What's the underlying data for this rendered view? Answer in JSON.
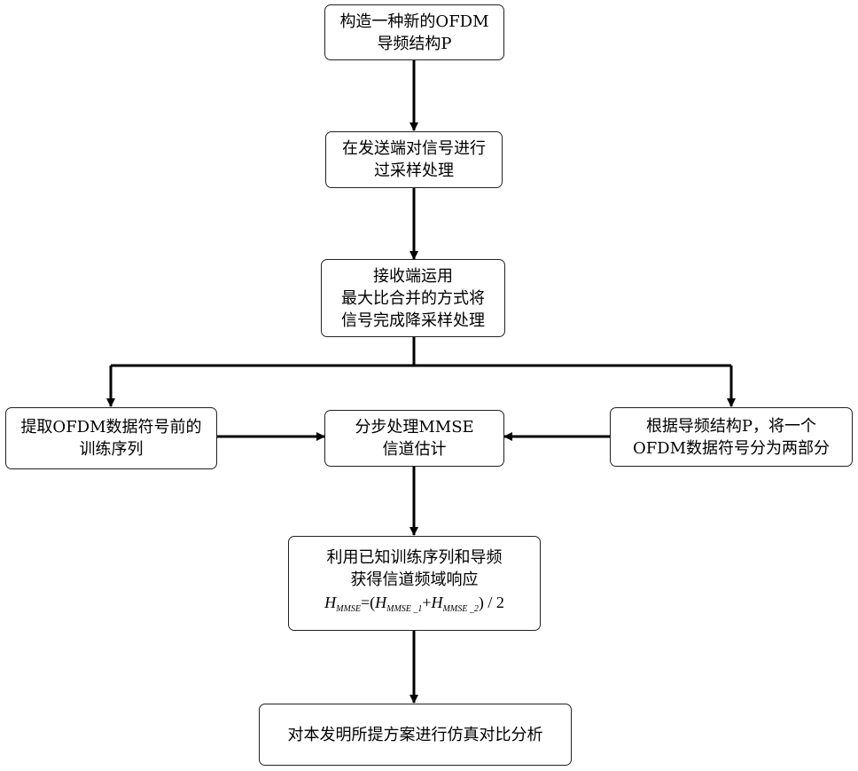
{
  "nodes": {
    "step1": {
      "lines": [
        "构造一种新的OFDM",
        "导频结构P"
      ]
    },
    "step2": {
      "lines": [
        "在发送端对信号进行",
        "过采样处理"
      ]
    },
    "step3": {
      "lines": [
        "接收端运用",
        "最大比合并的方式将",
        "信号完成降采样处理"
      ]
    },
    "left": {
      "lines": [
        "提取OFDM数据符号前的",
        "训练序列"
      ]
    },
    "center": {
      "lines": [
        "分步处理MMSE",
        "信道估计"
      ]
    },
    "right": {
      "lines": [
        "根据导频结构P，将一个",
        "OFDM数据符号分为两部分"
      ]
    },
    "step5": {
      "lines": [
        "利用已知训练序列和导频",
        "获得信道频域响应"
      ],
      "formula": {
        "h": "H",
        "sub_main": "MMSE",
        "eq": "=",
        "lparen": "(",
        "sub_1": "MMSE _1",
        "plus": "+",
        "sub_2": "MMSE _2",
        "tail": ") / 2"
      }
    },
    "step6": {
      "lines": [
        "对本发明所提方案进行仿真对比分析"
      ]
    }
  }
}
